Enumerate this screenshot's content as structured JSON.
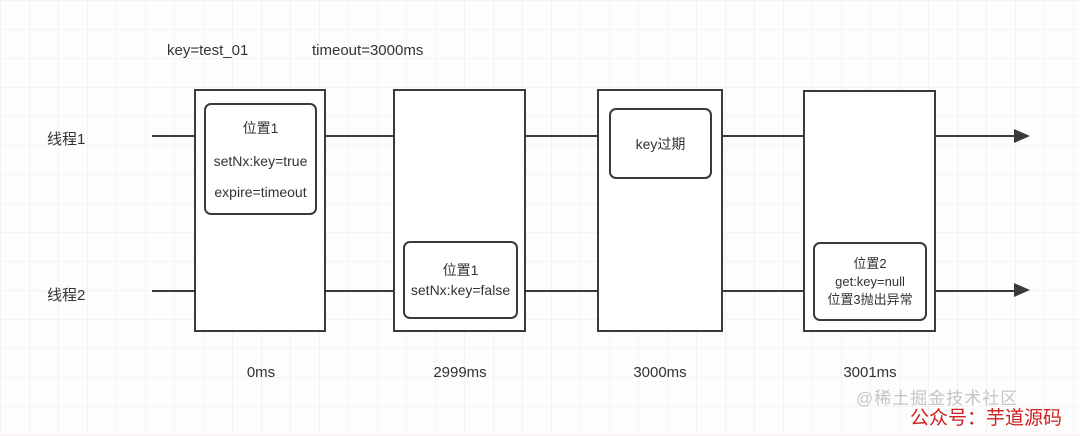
{
  "diagram": {
    "title_semantic": "redis-setnx-expire-two-thread-timeline",
    "top_labels": {
      "key": "key=test_01",
      "timeout": "timeout=3000ms"
    },
    "threads": [
      {
        "label": "线程1"
      },
      {
        "label": "线程2"
      }
    ],
    "events": [
      {
        "time": "0ms",
        "thread": "线程1",
        "lines": [
          "位置1",
          "setNx:key=true",
          "expire=timeout"
        ]
      },
      {
        "time": "2999ms",
        "thread": "线程2",
        "lines": [
          "位置1",
          "setNx:key=false"
        ]
      },
      {
        "time": "3000ms",
        "thread": "线程1",
        "lines": [
          "key过期"
        ]
      },
      {
        "time": "3001ms",
        "thread": "线程2",
        "lines": [
          "位置2",
          "get:key=null",
          "位置3抛出异常"
        ]
      }
    ],
    "watermarks": {
      "community": "@稀土掘金技术社区",
      "wechat": "公众号：芋道源码"
    },
    "colors": {
      "stroke": "#3a3a3a",
      "text": "#333333",
      "background": "#fdfdfd",
      "grid": "#f7f2f2",
      "watermark_gray": "#c5c5c5",
      "watermark_red": "#cd2020"
    }
  }
}
